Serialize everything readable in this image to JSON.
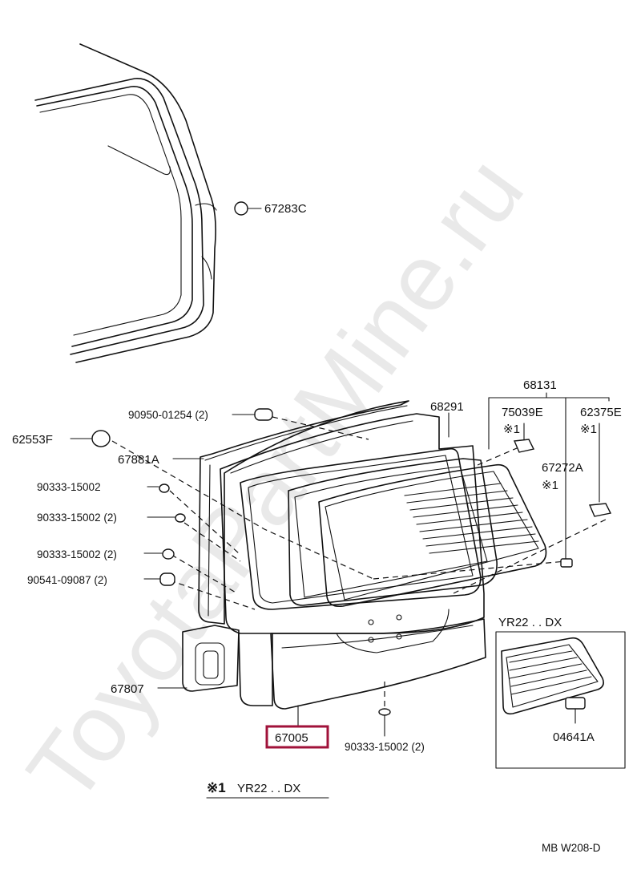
{
  "watermark": "ToyotaPartMine.ru",
  "parts": {
    "p67283C": "67283C",
    "p90950": "90950-01254 (2)",
    "p62553F": "62553F",
    "p67881A": "67881A",
    "p68291": "68291",
    "p68131": "68131",
    "p75039E": "75039E",
    "p62375E": "62375E",
    "p67272A": "67272A",
    "p90333a": "90333-15002",
    "p90333b": "90333-15002 (2)",
    "p90333c": "90333-15002 (2)",
    "p90541": "90541-09087 (2)",
    "p67807": "67807",
    "p67005": "67005",
    "p90333d": "90333-15002 (2)",
    "p04641A": "04641A"
  },
  "marks": {
    "note1": "※1",
    "note_mark": "※",
    "note_num": "1"
  },
  "inset_title": "YR22 . . DX",
  "footnote": "YR22 . . DX",
  "code": "MB  W208-D",
  "highlight_color": "#a0123a"
}
